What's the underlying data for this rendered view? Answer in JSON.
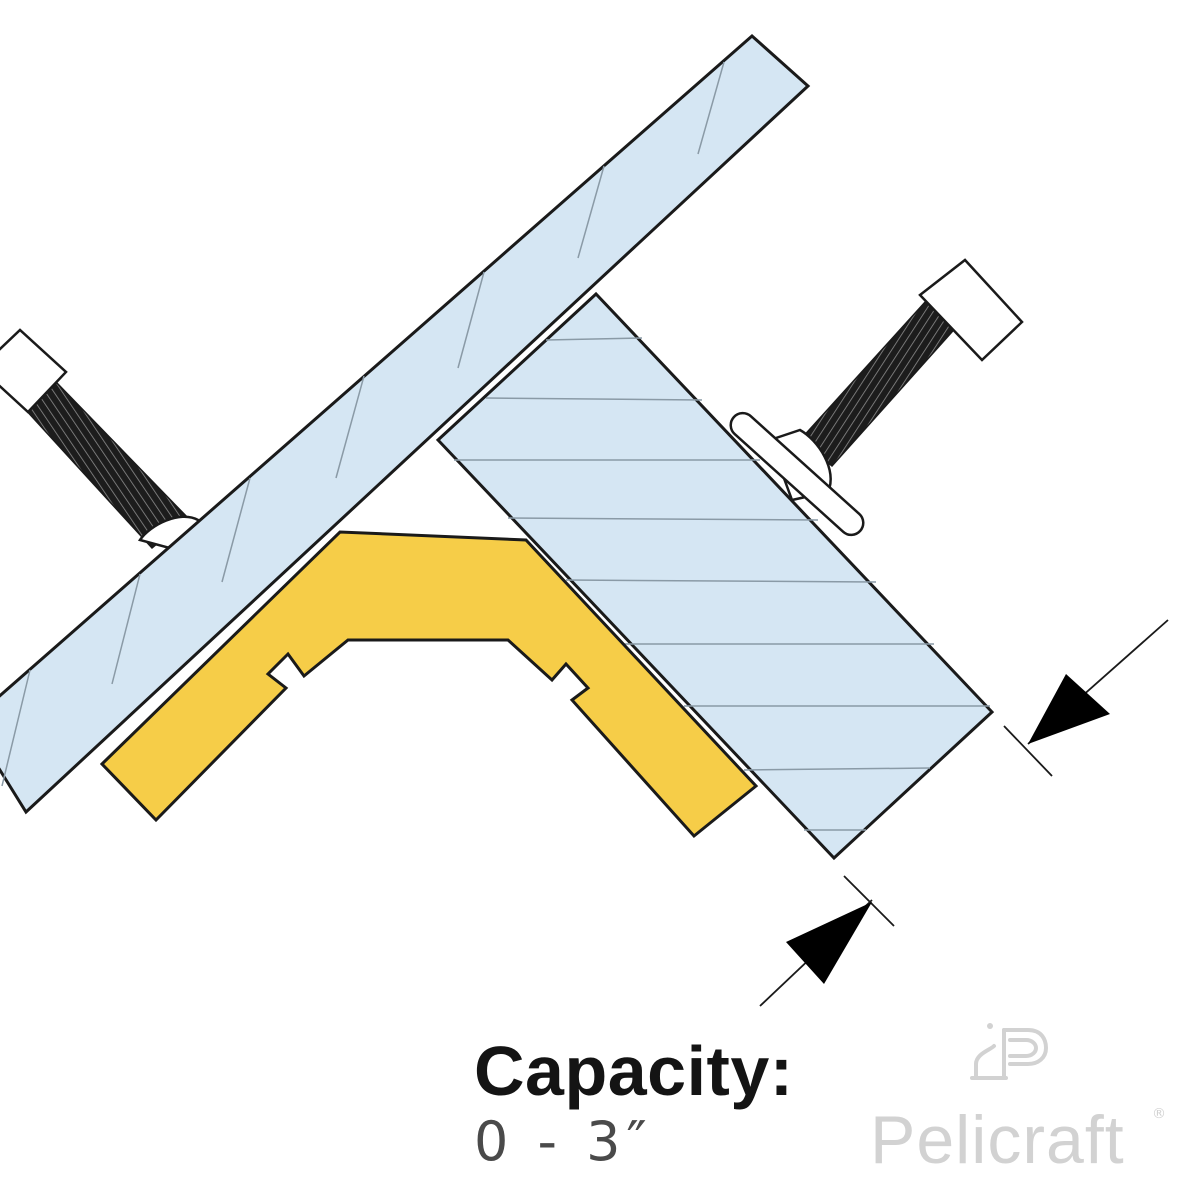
{
  "caption": {
    "title": "Capacity:",
    "value": "0 - 3″"
  },
  "brand": {
    "name": "Pelicraft",
    "registered_mark": "®"
  },
  "colors": {
    "panel_fill": "#d5e6f3",
    "panel_hatch": "#8a9aa6",
    "outline": "#1a1a1a",
    "block_fill": "#f6cd48",
    "bolt_thread": "#1c1c1c",
    "bolt_head": "#ffffff",
    "arrow": "#000000",
    "caption_title": "#141414",
    "caption_value": "#4a4a4a",
    "brand_gray": "#d2d2d2"
  },
  "icons": {
    "brand_mark": "pelicraft-logo-icon",
    "dimension_arrows": "arrow-icon"
  }
}
